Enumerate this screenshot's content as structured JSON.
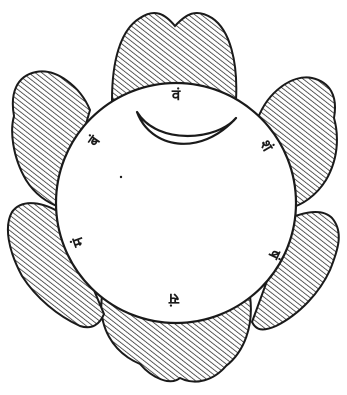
{
  "figure": {
    "ink_color": "#1a1a1a",
    "paper_color": "#ffffff",
    "center_symbol": "crescent-moon-icon",
    "petal_count": 6
  },
  "syllables": [
    {
      "name": "syllable-top",
      "text": "वं"
    },
    {
      "name": "syllable-upper-right",
      "text": "शं"
    },
    {
      "name": "syllable-lower-right",
      "text": "षं"
    },
    {
      "name": "syllable-bottom",
      "text": "सं"
    },
    {
      "name": "syllable-lower-left",
      "text": "मं"
    },
    {
      "name": "syllable-upper-left",
      "text": "बं"
    }
  ]
}
